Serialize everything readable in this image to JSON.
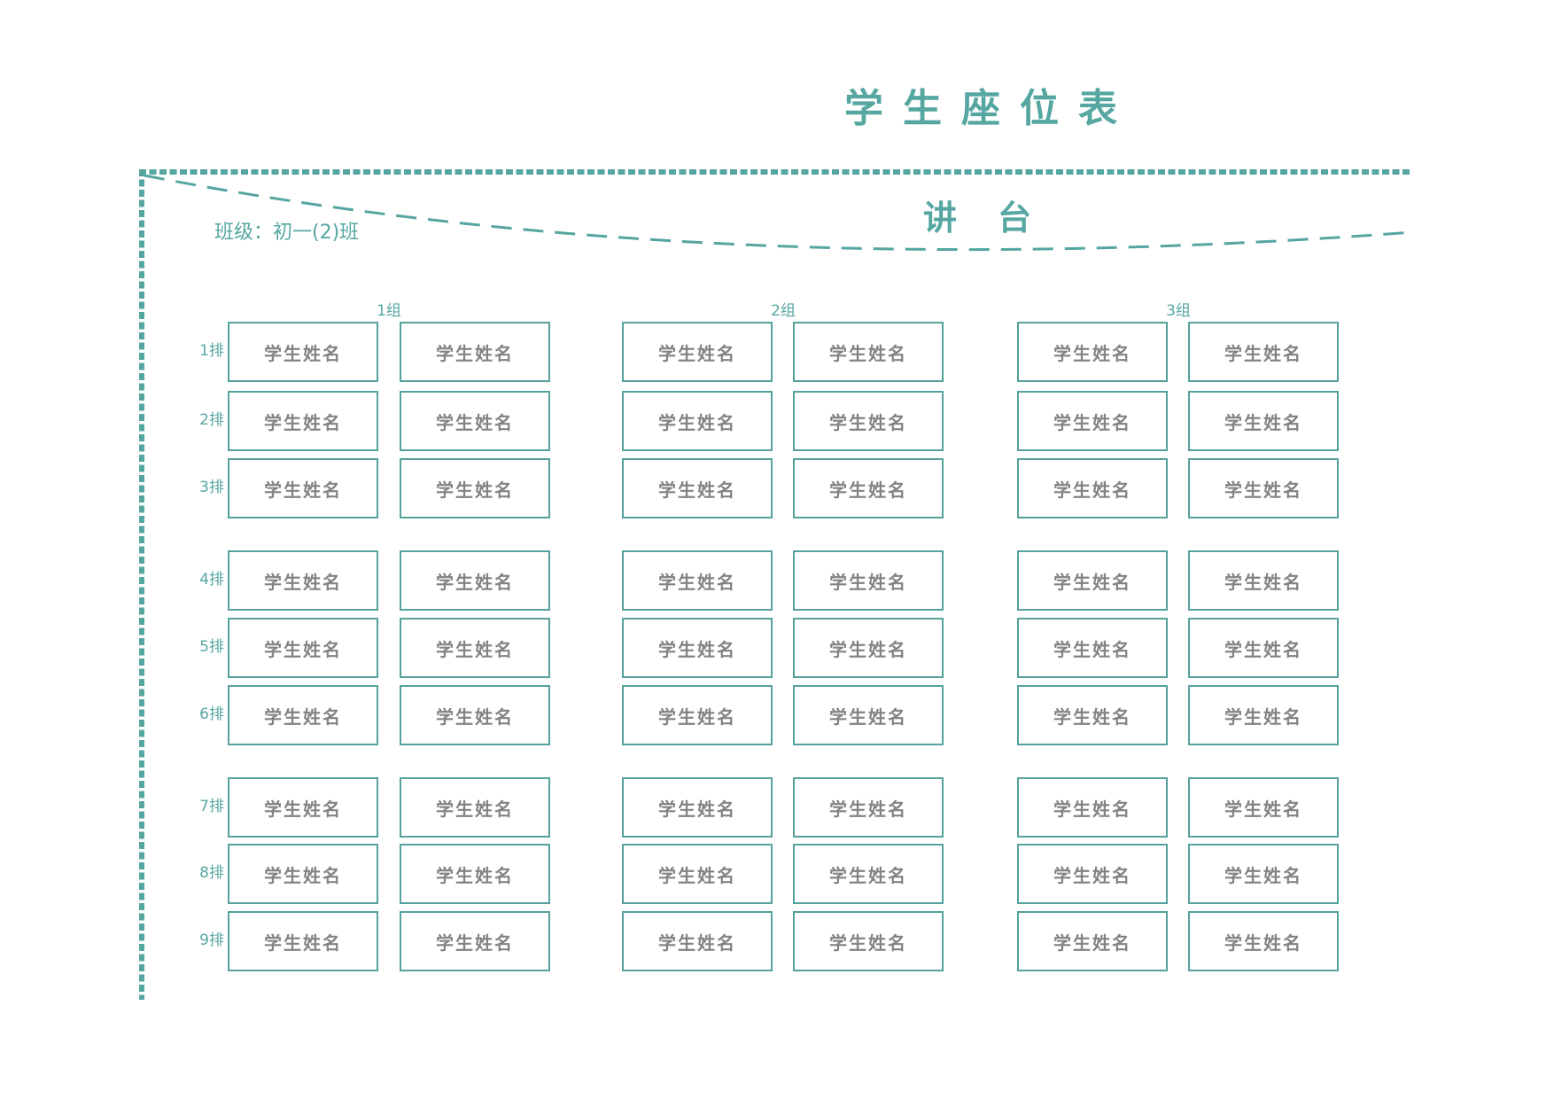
{
  "title": "学生座位表",
  "class_label": "班级：初一(2)班",
  "podium_label": "讲台",
  "group_labels": [
    "1组",
    "2组",
    "3组"
  ],
  "row_labels": [
    "1排",
    "2排",
    "3排",
    "4排",
    "5排",
    "6排",
    "7排",
    "8排",
    "9排"
  ],
  "seat_placeholder": "学生姓名",
  "colors": {
    "accent_text": "#56a7a1",
    "line": "#55a5a1",
    "seat_border": "#55a19d",
    "seat_text": "#838383"
  }
}
